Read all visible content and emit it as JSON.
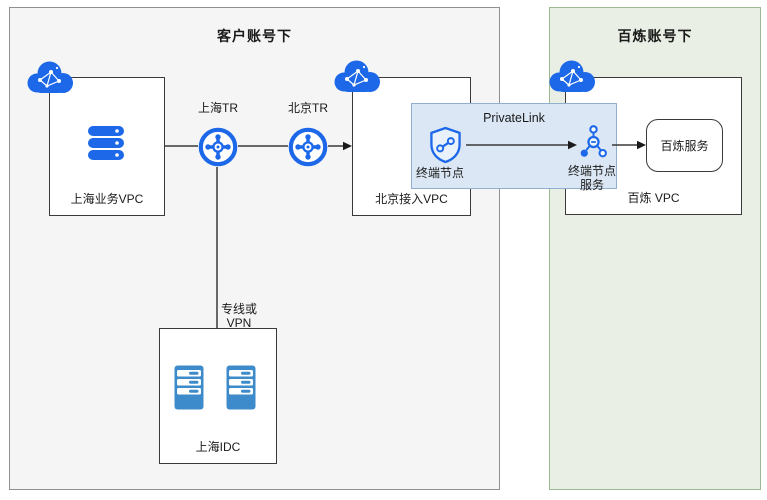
{
  "titles": {
    "customer": "客户账号下",
    "bailian": "百炼账号下"
  },
  "nodes": {
    "shanghai_vpc": "上海业务VPC",
    "beijing_vpc": "北京接入VPC",
    "bailian_vpc": "百炼 VPC",
    "shanghai_idc": "上海IDC",
    "bailian_service": "百炼服务"
  },
  "routers": {
    "shanghai_tr": "上海TR",
    "beijing_tr": "北京TR"
  },
  "privatelink": {
    "title": "PrivateLink",
    "endpoint_label": "终端节点",
    "endpoint_service_line1": "终端节点",
    "endpoint_service_line2": "服务"
  },
  "connections": {
    "vpn_line1": "专线或",
    "vpn_line2": "VPN",
    "flow": [
      "上海业务VPC -> 上海TR",
      "上海TR -> 北京TR",
      "北京TR -> 北京接入VPC",
      "上海TR -> 上海IDC (专线或VPN)",
      "终端节点 -> 终端节点服务",
      "终端节点服务 -> 百炼服务"
    ]
  },
  "icons": {
    "vpc_cloud": "blue cloud with white network nodes",
    "transit_router": "blue ring with cross hub",
    "server_stack": "three stacked blue server bars",
    "idc_server_tower": "blue server tower with slots",
    "endpoint_shield": "shield with link symbol",
    "endpoint_service_node": "three connected nodes"
  },
  "colors": {
    "icon_blue": "#1c68e8",
    "idc_blue": "#3d8bca",
    "customer_bg": "#f5f5f5",
    "customer_border": "#8f8f8f",
    "bailian_bg": "#e9efe5",
    "bailian_border": "#9eb893",
    "privatelink_bg": "#dbe7f4",
    "privatelink_border": "#90b0cf",
    "node_border": "#3a3a3a",
    "line": "#3a3a3a"
  }
}
